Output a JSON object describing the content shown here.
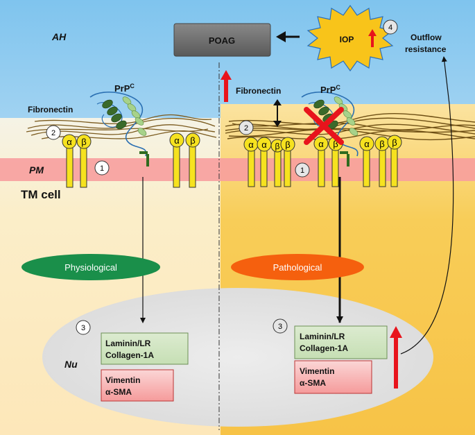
{
  "compartments": {
    "aqueous_humor": "AH",
    "plasma_membrane": "PM",
    "cell": "TM cell",
    "nucleus": "Nu"
  },
  "top": {
    "poag": "POAG",
    "iop": "IOP",
    "step4": "4",
    "outflow_line1": "Outflow",
    "outflow_line2": "resistance"
  },
  "left": {
    "prion": "PrP",
    "prion_sup": "C",
    "fibronectin": "Fibronectin",
    "step1": "1",
    "step2": "2",
    "step3": "3",
    "alpha": "α",
    "beta": "β",
    "state": "Physiological",
    "green_box_line1": "Laminin/LR",
    "green_box_line2": "Collagen-1A",
    "red_box_line1": "Vimentin",
    "red_box_line2": "α-SMA"
  },
  "right": {
    "prion": "PrP",
    "prion_sup": "C",
    "fibronectin": "Fibronectin",
    "step1": "1",
    "step2": "2",
    "step3": "3",
    "alpha": "α",
    "beta": "β",
    "state": "Pathological",
    "green_box_line1": "Laminin/LR",
    "green_box_line2": "Collagen-1A",
    "red_box_line1": "Vimentin",
    "red_box_line2": "α-SMA"
  },
  "colors": {
    "ah_top": "#7fc4ee",
    "ah_bottom": "#e6f2fb",
    "left_cell": "#fcebc4",
    "right_cell": "#f7c84f",
    "membrane": "#f79f9f",
    "integrin": "#f6e21f",
    "physiological": "#1a8f4a",
    "pathological": "#f5600e",
    "nucleus": "#e2e2e2",
    "green_box": "#cfe3bf",
    "red_box": "#f9a9a9",
    "poag_box": "#6e6e6e",
    "iop_burst": "#f8c41a",
    "up_arrow": "#e8141c"
  }
}
